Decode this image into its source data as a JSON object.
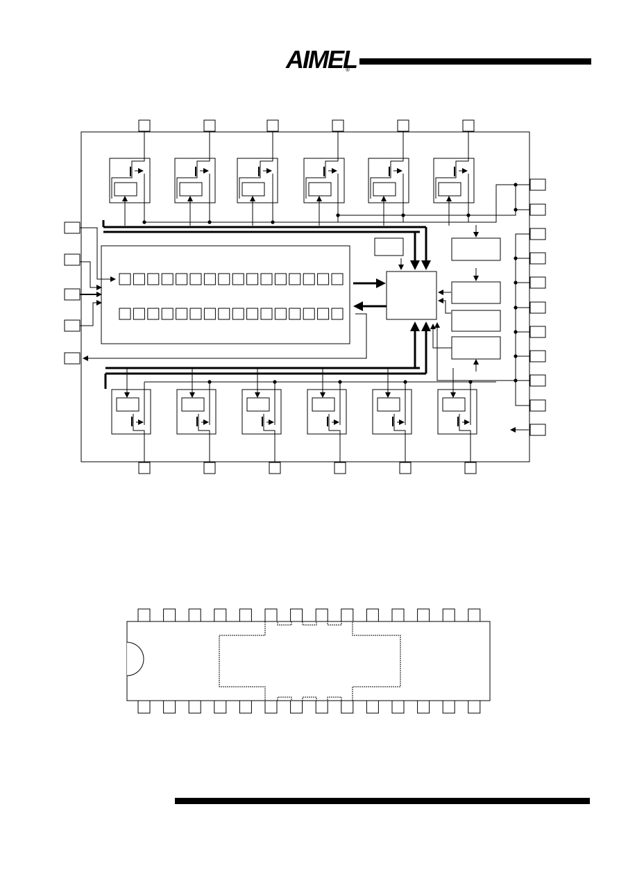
{
  "header": {
    "logo_text": "AIMEL",
    "logo_registered": "®"
  },
  "colors": {
    "ink": "#000000",
    "paper": "#ffffff"
  },
  "block_diagram": {
    "top_pins": 6,
    "bottom_pins": 6,
    "left_pins": 5,
    "right_pins": 11,
    "top_driver_cells": 6,
    "bottom_driver_cells": 6,
    "register_rows": 2,
    "register_cells_per_row": 16,
    "side_blocks": 4
  },
  "package_outline": {
    "pins_per_side": 14
  }
}
